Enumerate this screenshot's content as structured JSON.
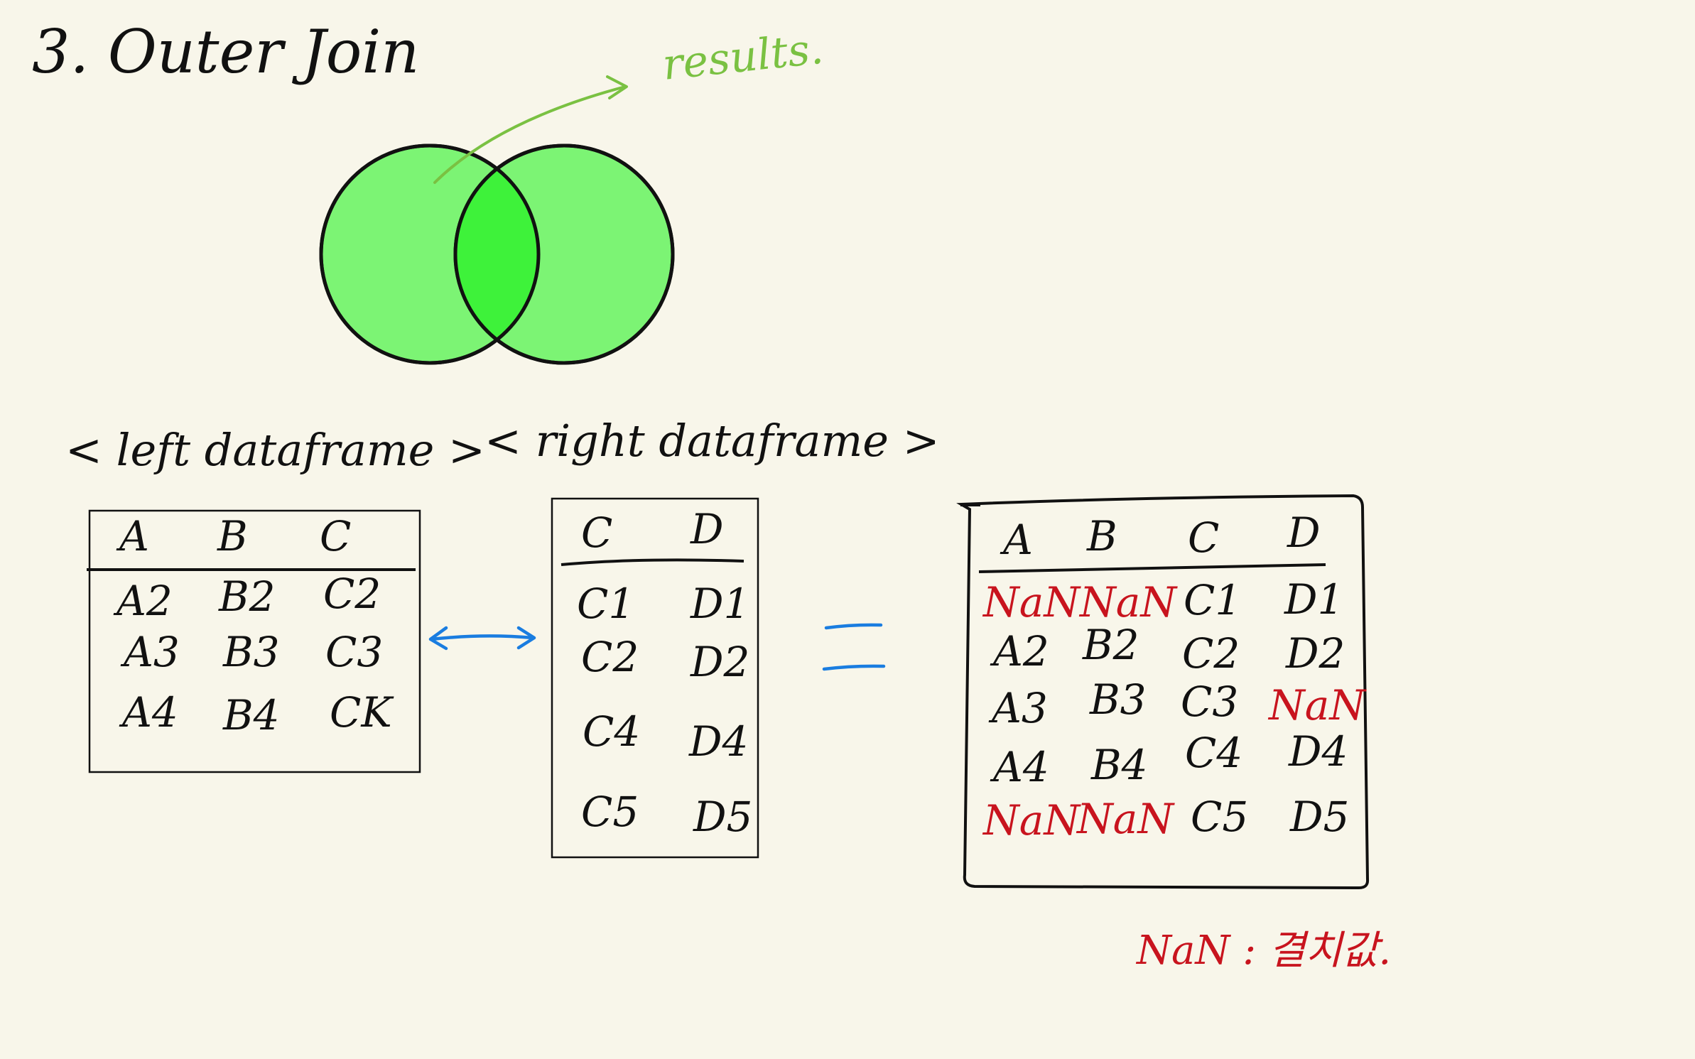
{
  "title": "3. Outer Join",
  "annotation": "results.",
  "left_label": "< left dataframe >",
  "right_label": "< right dataframe >",
  "equals_sign": "=",
  "legend": "NaN : 결치값.",
  "colors": {
    "background": "#f8f6ea",
    "circle_fill": "#7cf474",
    "overlap_fill": "#3ef23a",
    "annotation_green": "#7ac142",
    "join_arrow_blue": "#1a7de0",
    "missing_red": "#c8141e",
    "ink": "#111111"
  },
  "left_table": {
    "headers": [
      "A",
      "B",
      "C"
    ],
    "rows": [
      [
        "A2",
        "B2",
        "C2"
      ],
      [
        "A3",
        "B3",
        "C3"
      ],
      [
        "A4",
        "B4",
        "CK"
      ]
    ]
  },
  "right_table": {
    "headers": [
      "C",
      "D"
    ],
    "rows": [
      [
        "C1",
        "D1"
      ],
      [
        "C2",
        "D2"
      ],
      [
        "C4",
        "D4"
      ],
      [
        "C5",
        "D5"
      ]
    ]
  },
  "result_table": {
    "headers": [
      "A",
      "B",
      "C",
      "D"
    ],
    "rows": [
      [
        "NaN",
        "NaN",
        "C1",
        "D1"
      ],
      [
        "A2",
        "B2",
        "C2",
        "D2"
      ],
      [
        "A3",
        "B3",
        "C3",
        "NaN"
      ],
      [
        "A4",
        "B4",
        "C4",
        "D4"
      ],
      [
        "NaN",
        "NaN",
        "C5",
        "D5"
      ]
    ],
    "missing_value": "NaN"
  },
  "icons": {
    "venn": "venn-diagram-icon",
    "results_arrow": "curved-arrow-icon",
    "join_arrow": "double-arrow-icon"
  }
}
